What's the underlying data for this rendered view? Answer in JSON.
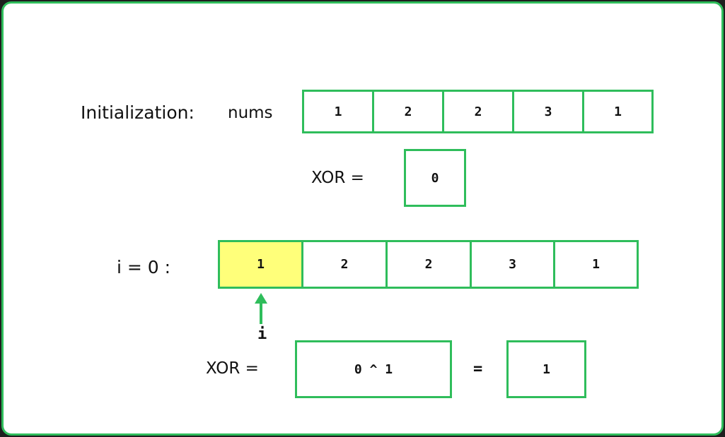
{
  "colors": {
    "border": "#2fbd5b",
    "highlight": "#ffff7a",
    "arrow": "#2fbd5b"
  },
  "init": {
    "label": "Initialization:",
    "array_label": "nums",
    "nums": [
      "1",
      "2",
      "2",
      "3",
      "1"
    ],
    "xor_label": "XOR =",
    "xor_value": "0"
  },
  "step": {
    "label": "i = 0 :",
    "nums": [
      "1",
      "2",
      "2",
      "3",
      "1"
    ],
    "highlighted_index": 0,
    "pointer_label": "i",
    "xor_label": "XOR =",
    "expression": "0 ^ 1",
    "equals": "=",
    "result": "1"
  }
}
